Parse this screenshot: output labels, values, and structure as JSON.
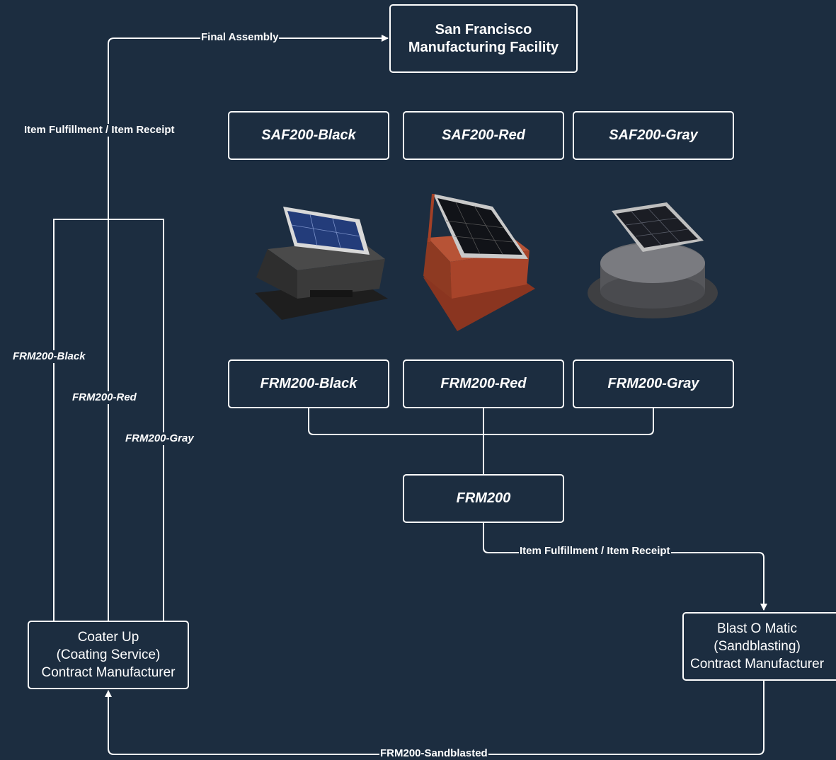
{
  "facility": {
    "line1": "San Francisco",
    "line2": "Manufacturing Facility"
  },
  "saf_items": [
    "SAF200-Black",
    "SAF200-Red",
    "SAF200-Gray"
  ],
  "frm_items": [
    "FRM200-Black",
    "FRM200-Red",
    "FRM200-Gray"
  ],
  "base_item": "FRM200",
  "coater": {
    "line1": "Coater Up",
    "line2": "(Coating Service)",
    "line3": "Contract Manufacturer"
  },
  "blaster": {
    "line1": "Blast O Matic",
    "line2": "(Sandblasting)",
    "line3": "Contract Manufacturer"
  },
  "edges": {
    "final_assembly": "Final Assembly",
    "fulfillment_left": "Item Fulfillment / Item Receipt",
    "fulfillment_right": "Item Fulfillment / Item Receipt",
    "sandblasted": "FRM200-Sandblasted",
    "frm_black": "FRM200-Black",
    "frm_red": "FRM200-Red",
    "frm_gray": "FRM200-Gray"
  },
  "product_images": [
    {
      "name": "black-square-solar-attic-fan",
      "color": "#3b3b3b"
    },
    {
      "name": "red-square-solar-attic-fan",
      "color": "#a8442a"
    },
    {
      "name": "gray-round-solar-attic-fan",
      "color": "#5a5b5e"
    }
  ],
  "colors": {
    "background": "#1c2d40",
    "lines": "#ffffff"
  }
}
